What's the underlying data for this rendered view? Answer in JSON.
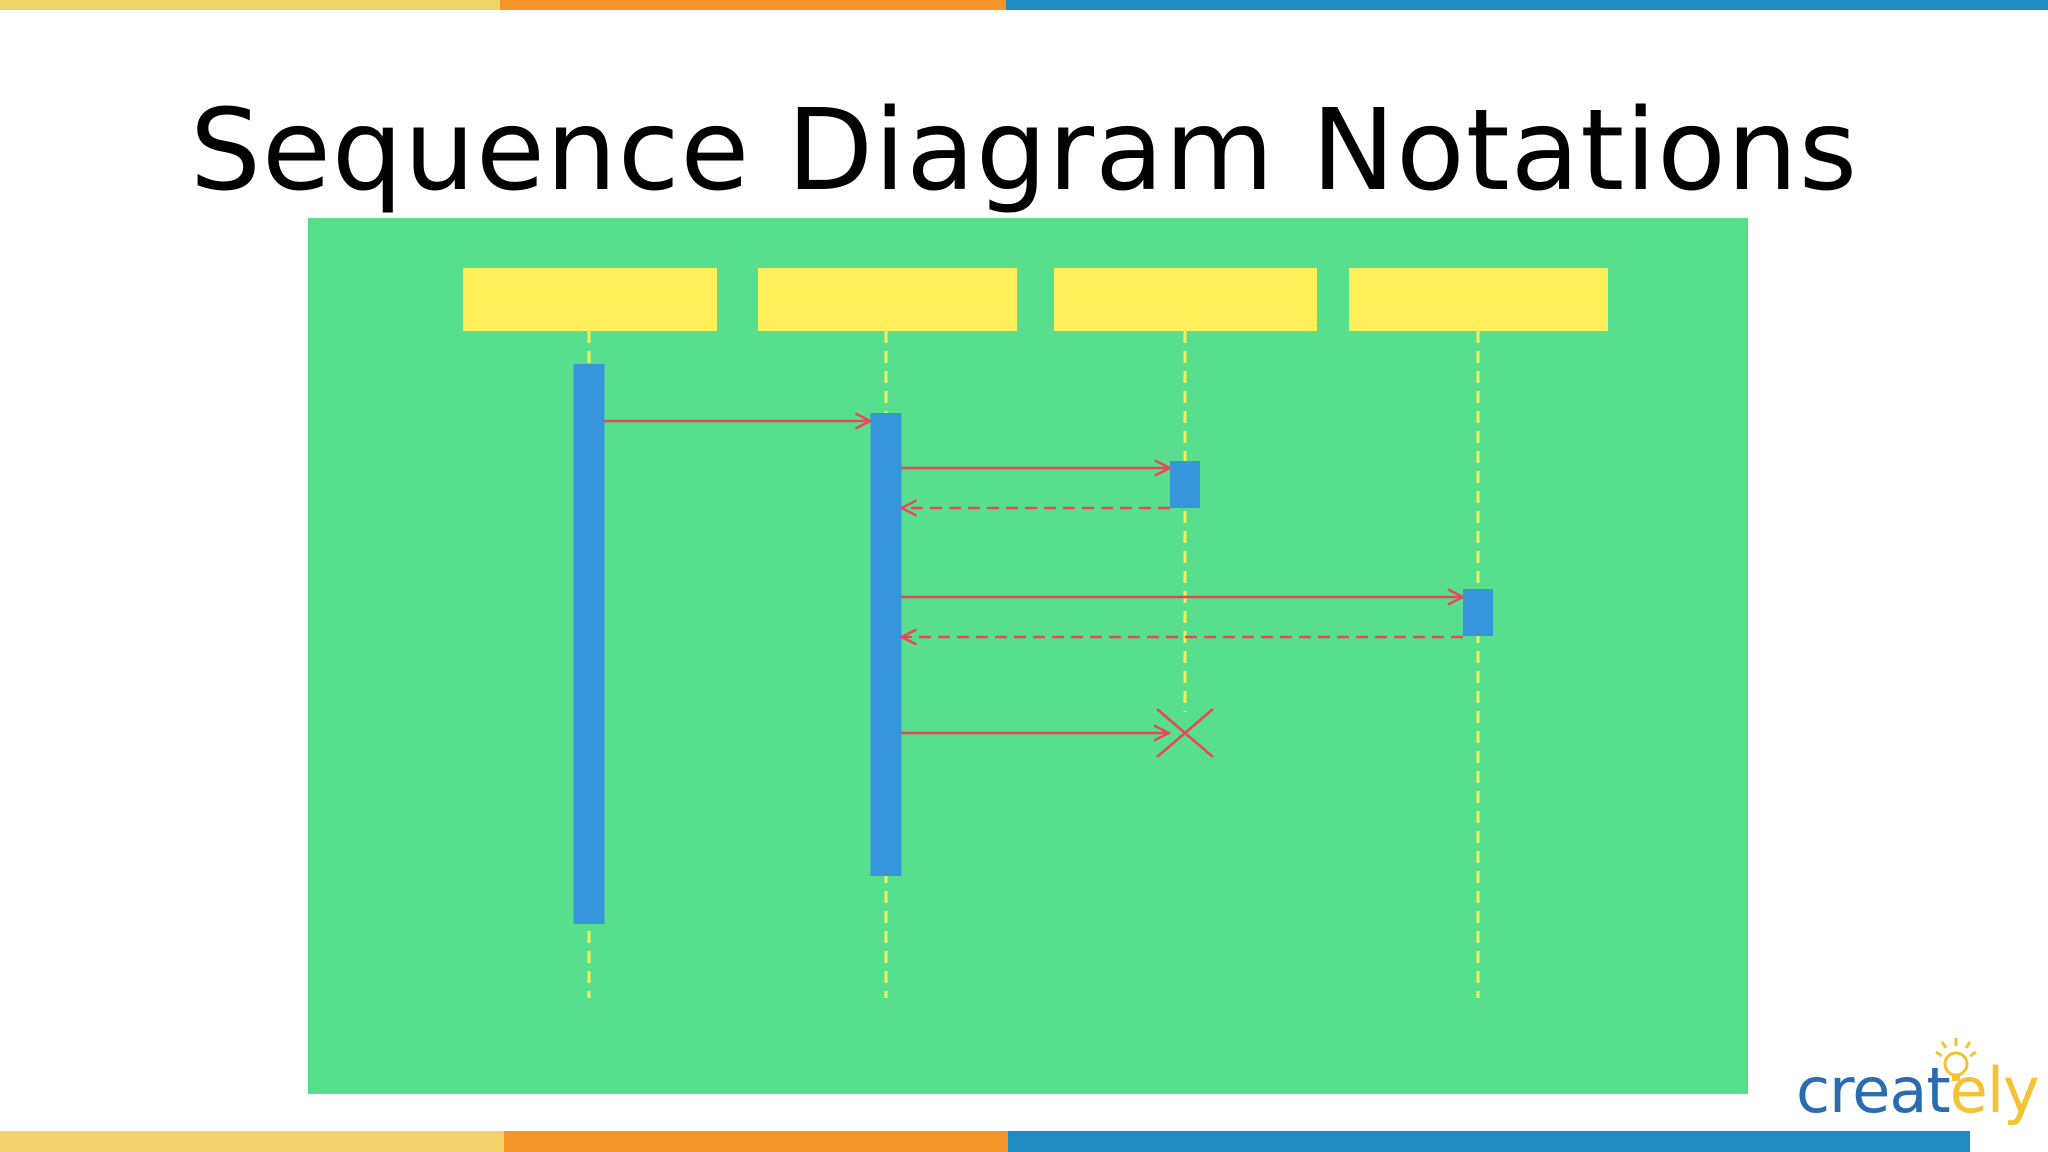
{
  "slide": {
    "title": "Sequence Diagram Notations"
  },
  "colors": {
    "frame": "#57df8d",
    "lifeline_head": "#fff05b",
    "lifeline": "#f5ee5a",
    "activation": "#3796db",
    "message": "#e94560",
    "band": [
      "#f0d36a",
      "#f6952a",
      "#1f8cc4"
    ]
  },
  "diagram": {
    "lifelines": [
      {
        "id": "l1"
      },
      {
        "id": "l2"
      },
      {
        "id": "l3"
      },
      {
        "id": "l4"
      }
    ],
    "activations": [
      {
        "lifeline": 0
      },
      {
        "lifeline": 1
      },
      {
        "lifeline": 2
      },
      {
        "lifeline": 3
      }
    ],
    "messages": [
      {
        "from": 0,
        "to": 1,
        "kind": "sync"
      },
      {
        "from": 1,
        "to": 2,
        "kind": "sync"
      },
      {
        "from": 2,
        "to": 1,
        "kind": "return"
      },
      {
        "from": 1,
        "to": 3,
        "kind": "sync"
      },
      {
        "from": 3,
        "to": 1,
        "kind": "return"
      },
      {
        "from": 1,
        "to": 2,
        "kind": "destroy"
      }
    ]
  },
  "logo": {
    "text_main": "creat",
    "text_accent": "ely",
    "color_main": "#2b6cb0",
    "color_accent": "#f5c234",
    "icon": "lightbulb-icon"
  }
}
